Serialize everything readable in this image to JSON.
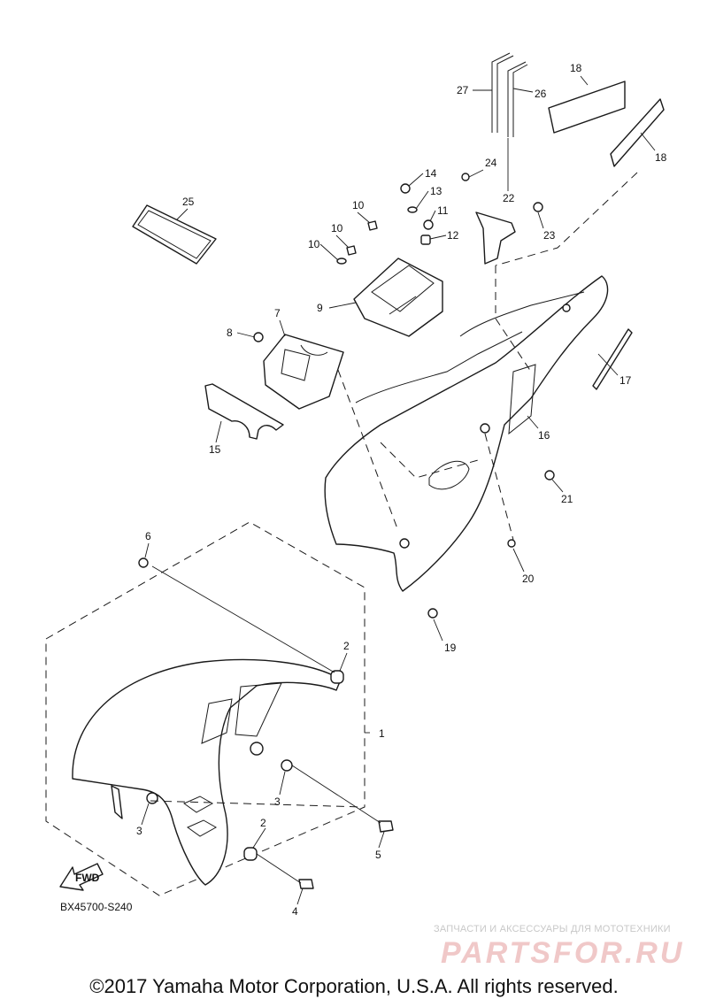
{
  "diagram": {
    "code": "BX45700-S240",
    "fwd_label": "FWD",
    "callouts": [
      "1",
      "2",
      "2",
      "3",
      "3",
      "4",
      "5",
      "6",
      "7",
      "8",
      "9",
      "10",
      "10",
      "10",
      "11",
      "12",
      "13",
      "14",
      "15",
      "16",
      "17",
      "18",
      "18",
      "19",
      "20",
      "21",
      "22",
      "23",
      "24",
      "25",
      "26",
      "27"
    ]
  },
  "watermark": {
    "subtitle": "ЗАПЧАСТИ И АКСЕССУАРЫ ДЛЯ МОТОТЕХНИКИ",
    "logo": "PARTSFOR.RU"
  },
  "footer": {
    "copyright": "©2017 Yamaha Motor Corporation, U.S.A. All rights reserved."
  }
}
